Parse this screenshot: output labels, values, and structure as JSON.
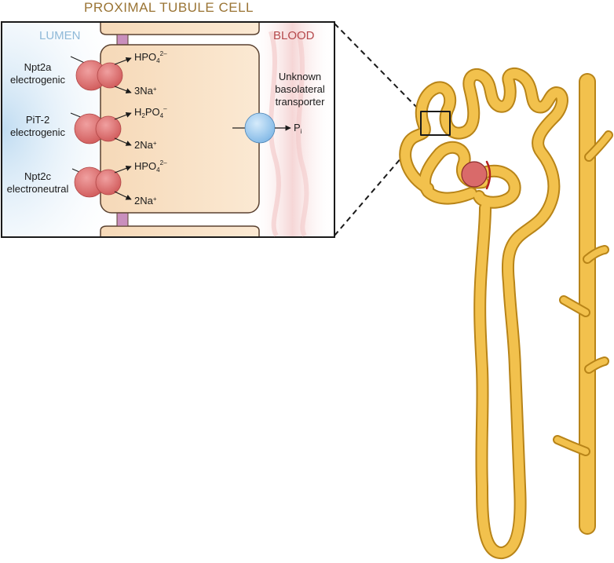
{
  "title": "PROXIMAL TUBULE CELL",
  "lumen_label": "LUMEN",
  "blood_label": "BLOOD",
  "colors": {
    "title": "#9a7434",
    "lumen": "#8fb9d8",
    "blood": "#b5484b",
    "cell_fill": "#f7dfc0",
    "cell_stroke": "#5a4130",
    "transporter_red": "#d96a6a",
    "transporter_blue": "#8ec3ec",
    "tubule": "#f2c14d",
    "tubule_stroke": "#b88418"
  },
  "transporters": [
    {
      "name_line1": "Npt2a",
      "name_line2": "electrogenic",
      "anion": {
        "base": "HPO",
        "sub": "4",
        "sup": "2–"
      },
      "cation": {
        "base": "3Na",
        "sup": "+"
      }
    },
    {
      "name_line1": "PiT-2",
      "name_line2": "electrogenic",
      "anion": {
        "pre": "H",
        "pre_sub": "2",
        "base": "PO",
        "sub": "4",
        "sup": "–"
      },
      "cation": {
        "base": "2Na",
        "sup": "+"
      }
    },
    {
      "name_line1": "Npt2c",
      "name_line2": "electroneutral",
      "anion": {
        "base": "HPO",
        "sub": "4",
        "sup": "2–"
      },
      "cation": {
        "base": "2Na",
        "sup": "+"
      }
    }
  ],
  "basolateral": {
    "line1": "Unknown",
    "line2": "basolateral",
    "line3": "transporter",
    "product": {
      "base": "P",
      "sub": "i"
    }
  }
}
